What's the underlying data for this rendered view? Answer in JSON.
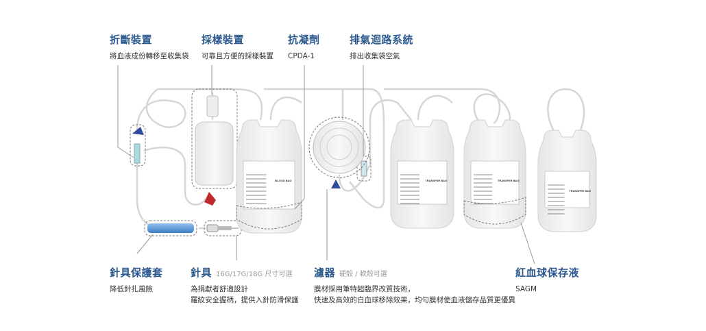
{
  "top_labels": [
    {
      "title": "折斷裝置",
      "desc": "將血液成份轉移至收集袋"
    },
    {
      "title": "採樣裝置",
      "desc": "可靠且方便的採樣裝置"
    },
    {
      "title": "抗凝劑",
      "desc": "CPDA-1"
    },
    {
      "title": "排氣迴路系統",
      "desc": "排出收集袋空氣"
    }
  ],
  "bottom_labels": [
    {
      "title": "針具保護套",
      "note": "",
      "desc": [
        "降低針扎風險"
      ]
    },
    {
      "title": "針具",
      "note": "16G/17G/18G 尺寸可選",
      "desc": [
        "為捐獻者舒適設計",
        "羅紋安全握柄，提供入針防滑保護"
      ]
    },
    {
      "title": "濾器",
      "note": "硬殼 / 軟殼可選",
      "desc": [
        "膜材採用筆特超臨界改質技術，",
        "快速及高效的白血球移除效果，均勻膜材使血液儲存品質更優異"
      ]
    },
    {
      "title": "紅血球保存液",
      "note": "",
      "desc": [
        "SAGM"
      ]
    }
  ],
  "bags": [
    "BLOOD BAG",
    "TRANSFER BAG",
    "TRANSFER BAG",
    "TRANSFER BAG"
  ],
  "colors": {
    "title": "#2d5a8e",
    "accent_blue": "#2e4a9a",
    "accent_red": "#c0292b",
    "needle_guard": "#5b9bd5"
  }
}
